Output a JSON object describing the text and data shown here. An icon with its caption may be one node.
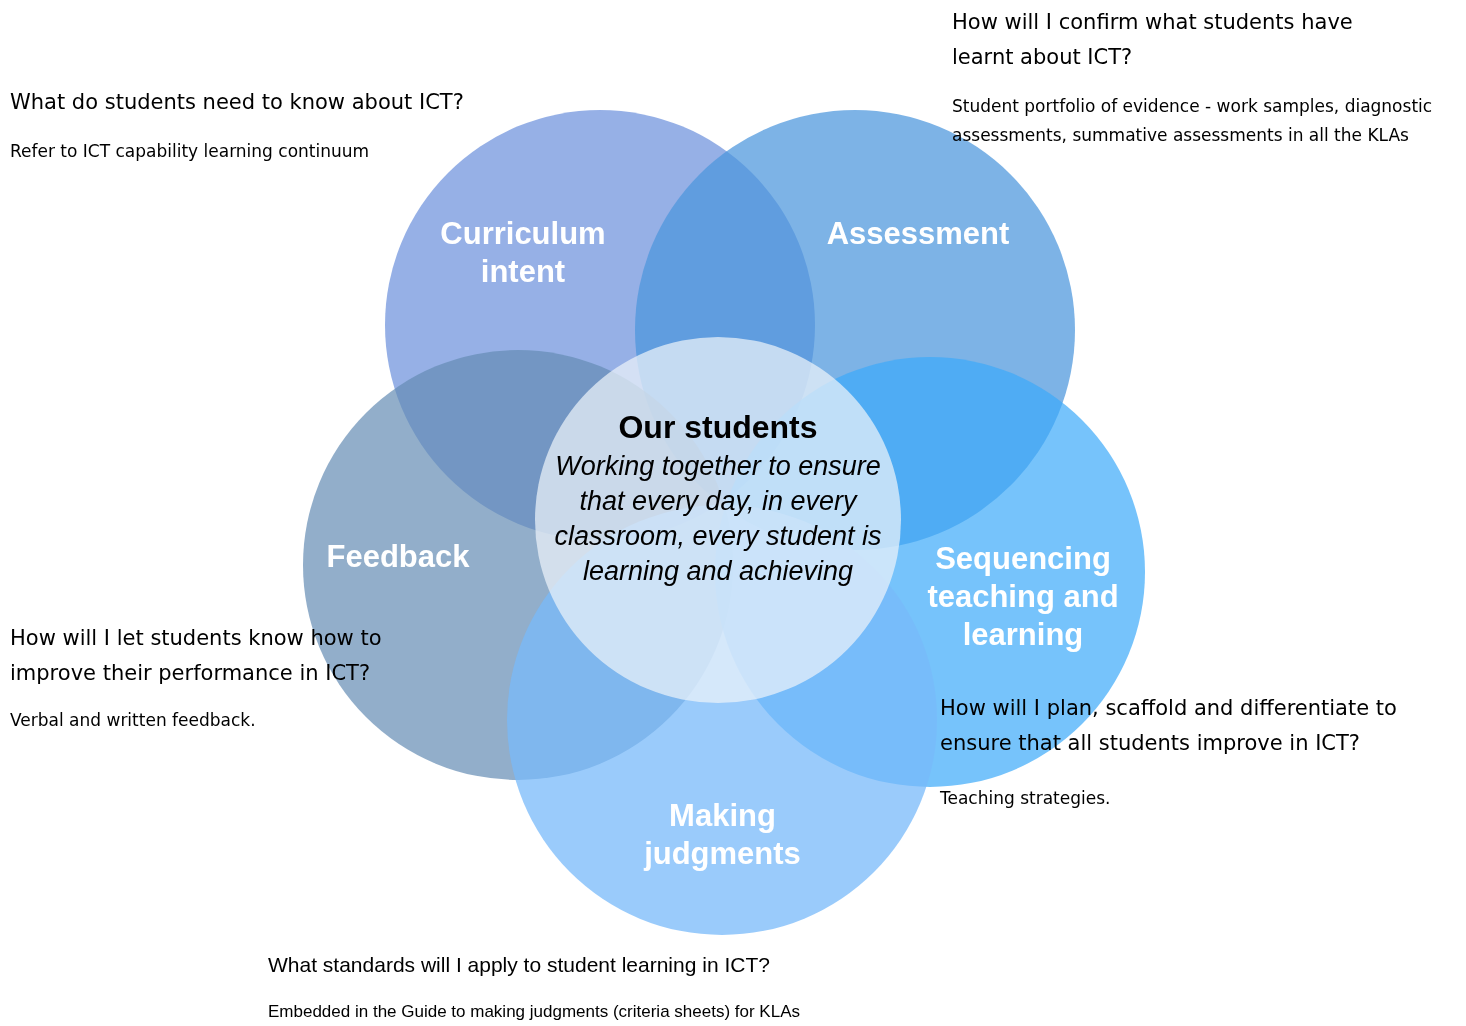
{
  "diagram": {
    "nodes": [
      {
        "text": [
          "Curriculum intent"
        ],
        "beside": [
          "What do students need to know about ICT?",
          "Refer to ICT capability learning continuum"
        ]
      },
      {
        "text": [
          "Assessment"
        ],
        "beside": [
          "How will I confirm what students have learnt about ICT?",
          "Student portfolio of evidence - work samples, diagnostic assessments, summative assessments in all the KLAs"
        ]
      },
      {
        "text": [
          "Feedback"
        ],
        "beside": [
          "How will I let students know how to improve their performance in ICT?",
          "Verbal and written feedback."
        ]
      },
      {
        "text": [
          "Sequencing teaching and learning"
        ],
        "beside": [
          "How will I plan, scaffold and differentiate to ensure that all students improve in ICT?",
          "Teaching strategies."
        ]
      },
      {
        "text": [
          "Making judgments"
        ],
        "beside": [
          "What standards will I apply to student learning in ICT?",
          "Embedded in the Guide to making judgments (criteria sheets) for KLAs"
        ]
      },
      {
        "text": [
          "Our students",
          "Working together to ensure that every day, in every classroom, every student is learning and achieving"
        ]
      }
    ]
  }
}
